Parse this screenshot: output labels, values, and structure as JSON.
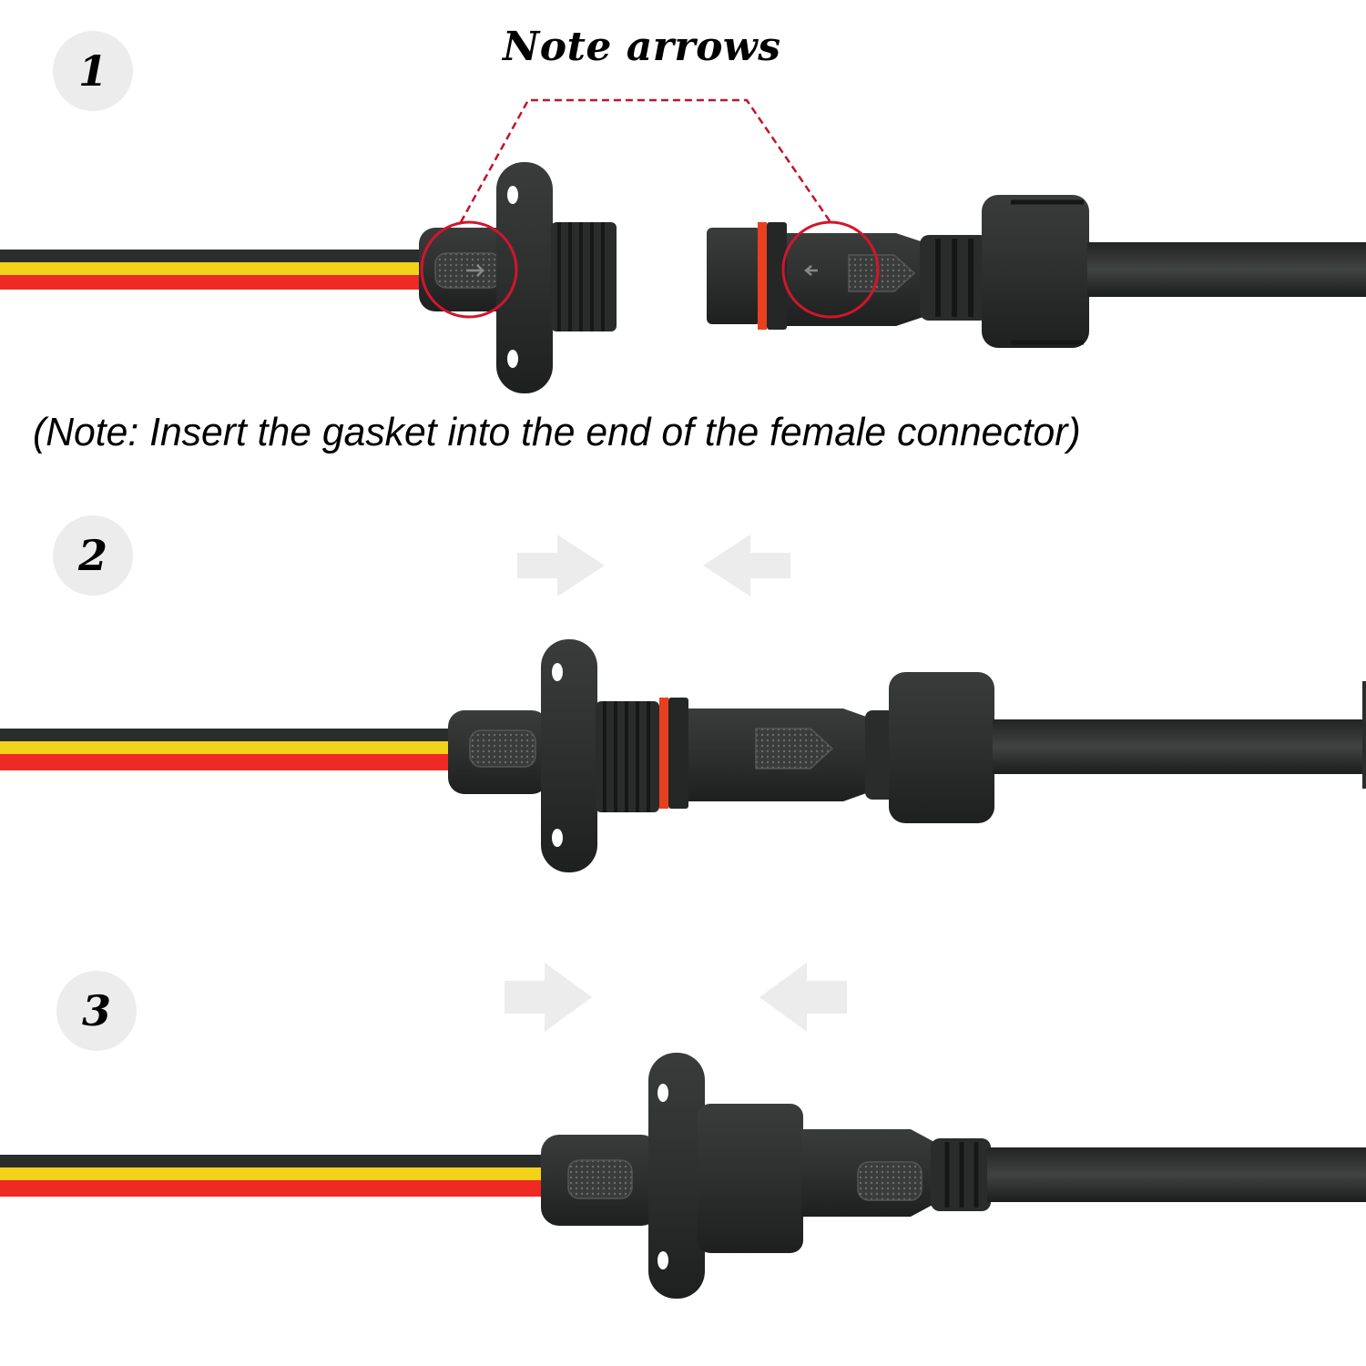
{
  "title": "Note arrows",
  "steps": [
    {
      "number": "1"
    },
    {
      "number": "2"
    },
    {
      "number": "3"
    }
  ],
  "note": "(Note: Insert the gasket into the end of the female connector)",
  "colors": {
    "badge_bg": "#ececec",
    "connector_body": "#2f3130",
    "wire_black": "#2b2d2c",
    "wire_yellow": "#f2d21a",
    "wire_red": "#ee2a24",
    "gasket_orange": "#e8401f",
    "highlight_circle": "#d0162b",
    "dashed_line": "#c0142a",
    "push_arrow": "#ececec"
  },
  "icons": {
    "push_arrow_right": "arrow-right-icon",
    "push_arrow_left": "arrow-left-icon"
  }
}
